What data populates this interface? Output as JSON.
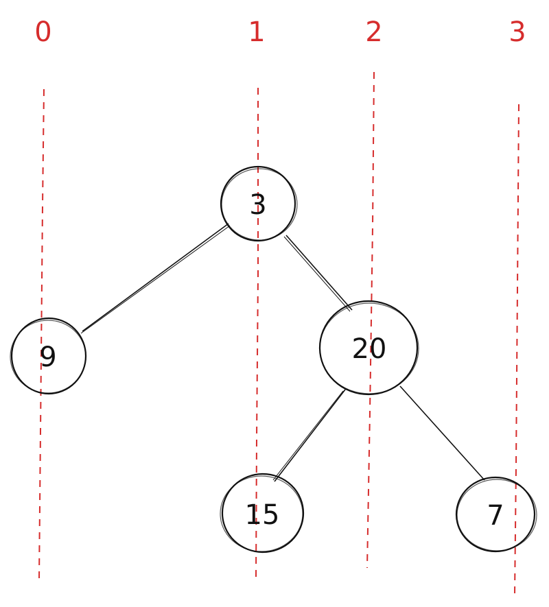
{
  "colors": {
    "guide": "#d62c2c",
    "ink": "#111111",
    "background": "#ffffff"
  },
  "columns": [
    {
      "id": "col-0",
      "label": "0"
    },
    {
      "id": "col-1",
      "label": "1"
    },
    {
      "id": "col-2",
      "label": "2"
    },
    {
      "id": "col-3",
      "label": "3"
    }
  ],
  "tree": {
    "nodes": [
      {
        "id": "node-3",
        "label": "3"
      },
      {
        "id": "node-9",
        "label": "9"
      },
      {
        "id": "node-20",
        "label": "20"
      },
      {
        "id": "node-15",
        "label": "15"
      },
      {
        "id": "node-7",
        "label": "7"
      }
    ],
    "edges": [
      {
        "from": "node-3",
        "to": "node-9"
      },
      {
        "from": "node-3",
        "to": "node-20"
      },
      {
        "from": "node-20",
        "to": "node-15"
      },
      {
        "from": "node-20",
        "to": "node-7"
      }
    ]
  }
}
